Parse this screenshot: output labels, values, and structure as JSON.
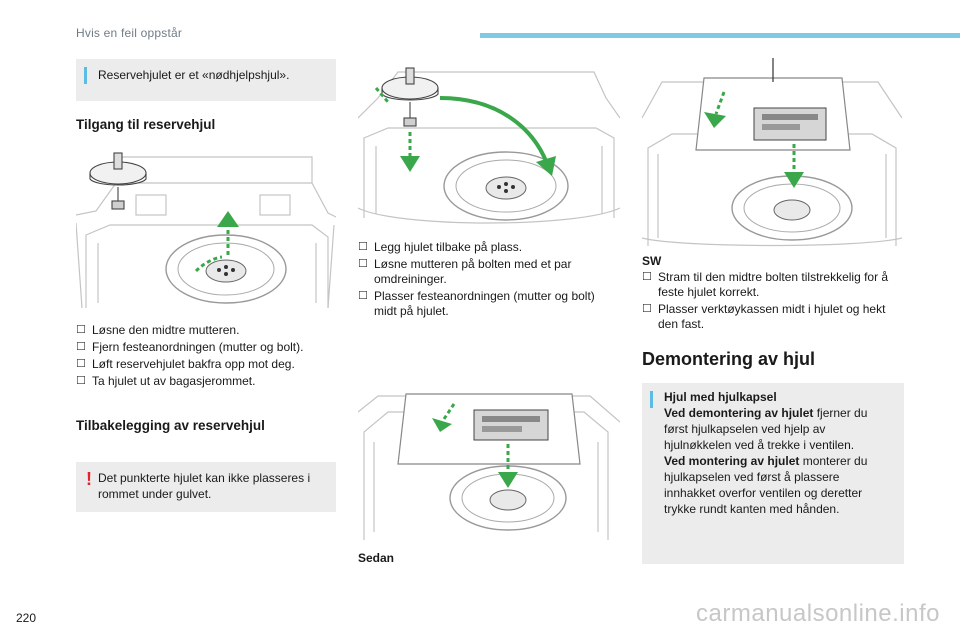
{
  "header": {
    "section_title": "Hvis en feil oppstår"
  },
  "left": {
    "info_note": "Reservehjulet er et «nødhjelpshjul».",
    "heading_access": "Tilgang til reservehjul",
    "steps_access": [
      "Løsne den midtre mutteren.",
      "Fjern festeanordningen (mutter og bolt).",
      "Løft reservehjulet bakfra opp mot deg.",
      "Ta hjulet ut av bagasjerommet."
    ],
    "heading_replace": "Tilbakelegging av reservehjul",
    "warning_note": "Det punkterte hjulet kan ikke plasseres i rommet under gulvet."
  },
  "middle": {
    "steps": [
      "Legg hjulet tilbake på plass.",
      "Løsne mutteren på bolten med et par omdreininger.",
      "Plasser festeanordningen (mutter og bolt) midt på hjulet."
    ],
    "caption_sedan": "Sedan"
  },
  "right": {
    "caption_sw": "SW",
    "steps_sw": [
      "Stram til den midtre bolten tilstrekkelig for å feste hjulet korrekt.",
      "Plasser verktøykassen midt i hjulet og hekt den fast."
    ],
    "heading_remove": "Demontering av hjul",
    "note": {
      "title": "Hjul med hjulkapsel",
      "p1_bold": "Ved demontering av hjulet",
      "p1_rest": " fjerner du først hjulkapselen ved hjelp av hjulnøkkelen ved å trekke i ventilen.",
      "p2_bold": "Ved montering av hjulet",
      "p2_rest": " monterer du hjulkapselen ved først å plassere innhakket overfor ventilen og deretter trykke rundt kanten med hånden."
    }
  },
  "footer": {
    "page_number": "220",
    "watermark": "carmanualsonline.info"
  },
  "icons": {
    "bullet": "checkbox-bullet-icon",
    "info": "info-bar-icon",
    "warning": "exclamation-icon"
  },
  "colors": {
    "accent_blue": "#7fc8e6",
    "info_blue": "#5bbde4",
    "warning_red": "#e0252e",
    "arrow_green": "#3aa74a",
    "note_bg": "#ececec"
  }
}
